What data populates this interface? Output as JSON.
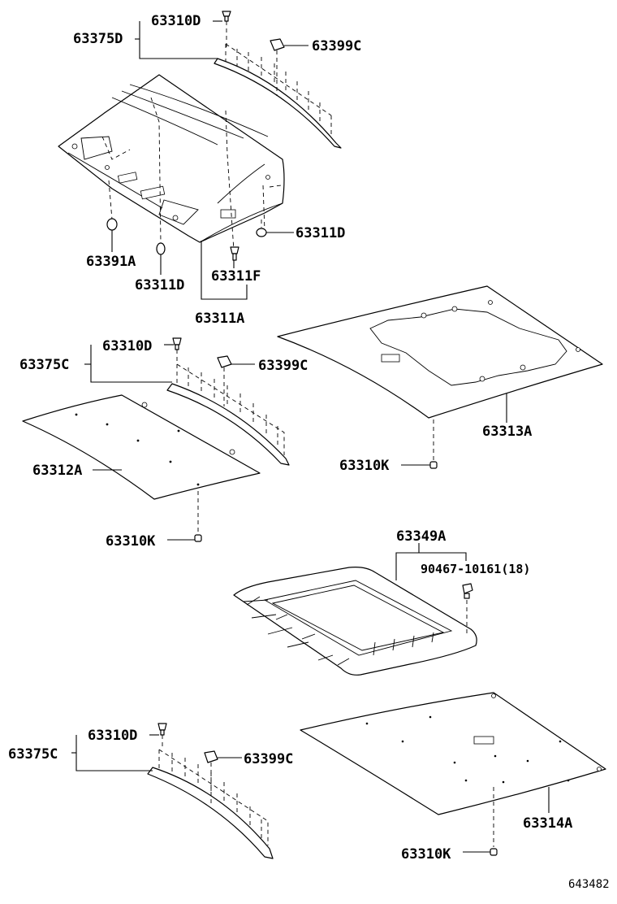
{
  "labels": {
    "l_63375D": "63375D",
    "l_63310D_a": "63310D",
    "l_63399C_a": "63399C",
    "l_63311D_r": "63311D",
    "l_63391A": "63391A",
    "l_63311D_l": "63311D",
    "l_63311F": "63311F",
    "l_63311A": "63311A",
    "l_63375C_a": "63375C",
    "l_63310D_b": "63310D",
    "l_63399C_b": "63399C",
    "l_63313A": "63313A",
    "l_63312A": "63312A",
    "l_63310K_a": "63310K",
    "l_63310K_b": "63310K",
    "l_63349A": "63349A",
    "l_90467": "90467-10161(18)",
    "l_63375C_b": "63375C",
    "l_63310D_c": "63310D",
    "l_63399C_c": "63399C",
    "l_63314A": "63314A",
    "l_63310K_c": "63310K"
  },
  "footer": {
    "diagram_id": "643482"
  }
}
